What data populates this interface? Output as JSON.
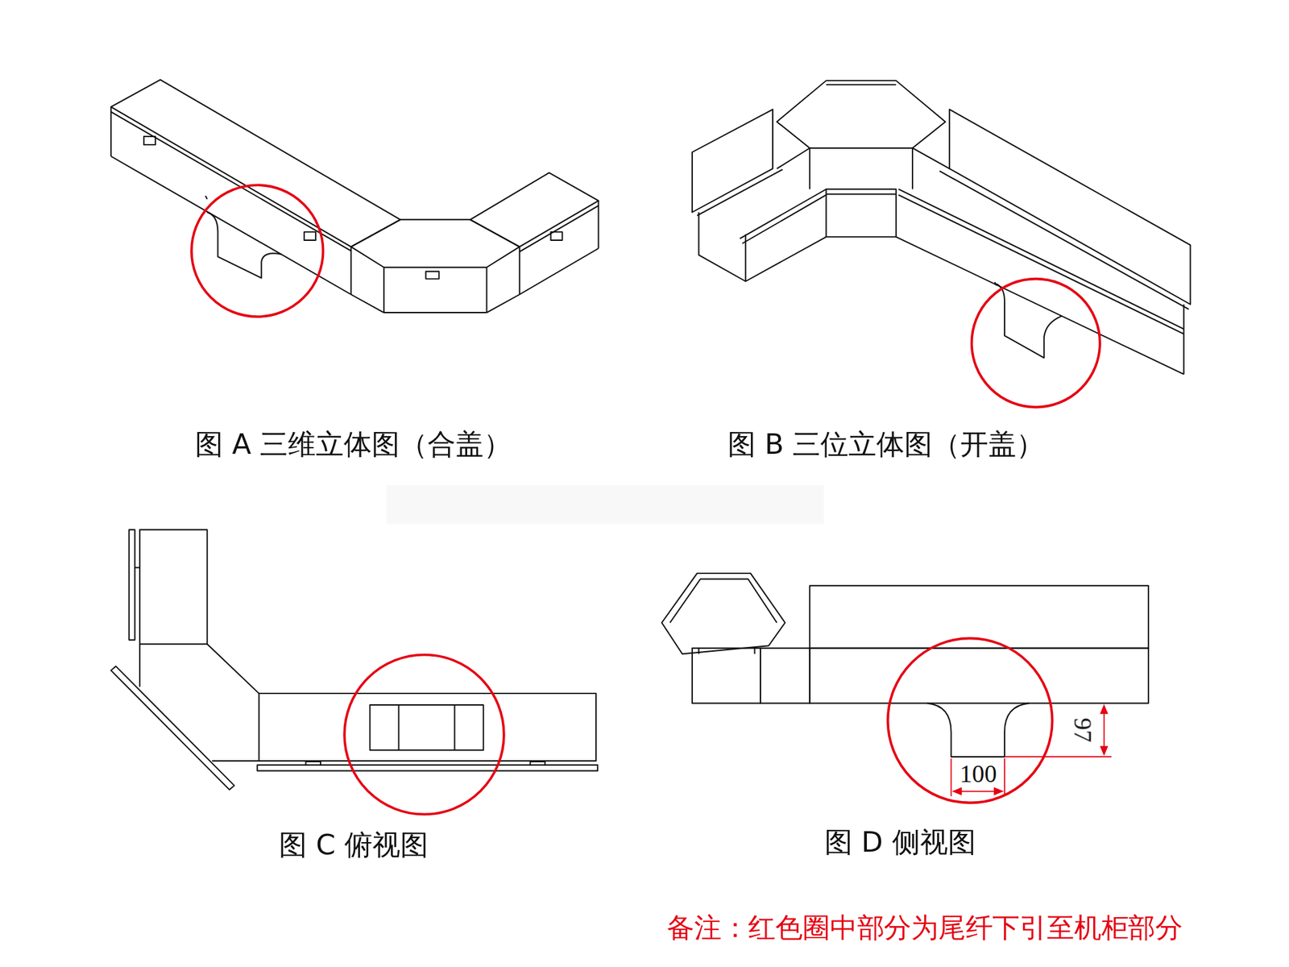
{
  "diagram": {
    "labels": [
      "图 A  三维立体图（合盖）",
      "图 B  三位立体图（开盖）",
      "图 C  俯视图",
      "图 D  侧视图",
      "97",
      "100",
      "备注：红色圈中部分为尾纤下引至机柜部分"
    ]
  }
}
